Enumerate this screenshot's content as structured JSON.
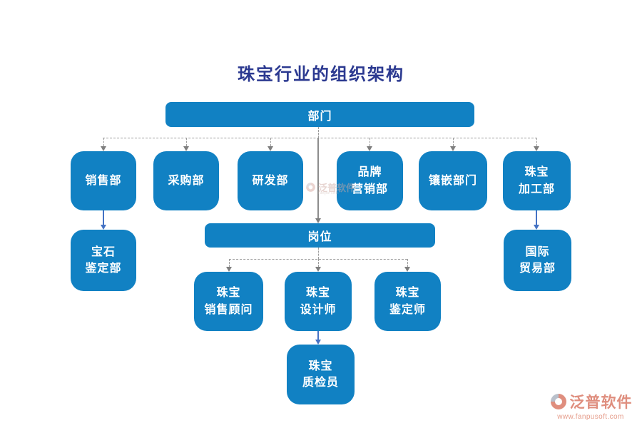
{
  "title": "珠宝行业的组织架构",
  "org": {
    "root": {
      "label": "部门"
    },
    "departments": [
      {
        "label": "销售部"
      },
      {
        "label": "采购部"
      },
      {
        "label": "研发部"
      },
      {
        "label": "品牌\n营销部"
      },
      {
        "label": "镶嵌部门"
      },
      {
        "label": "珠宝\n加工部"
      }
    ],
    "department_children": [
      {
        "label": "宝石\n鉴定部",
        "parent": "销售部"
      },
      {
        "label": "国际\n贸易部",
        "parent": "珠宝加工部"
      }
    ],
    "positions_root": {
      "label": "岗位"
    },
    "positions": [
      {
        "label": "珠宝\n销售顾问"
      },
      {
        "label": "珠宝\n设计师"
      },
      {
        "label": "珠宝\n鉴定师"
      }
    ],
    "position_children": [
      {
        "label": "珠宝\n质检员",
        "parent": "珠宝设计师"
      }
    ]
  },
  "watermark": {
    "text": "泛普软件",
    "sub": "fanpu soft"
  },
  "brand": {
    "name": "泛普软件",
    "url": "www.fanpusoft.com"
  },
  "colors": {
    "node_fill": "#1181c3",
    "title_text": "#2b3990",
    "connector_gray": "#7f7f7f",
    "connector_blue": "#4472c4",
    "brand_accent": "#df8e7e"
  }
}
